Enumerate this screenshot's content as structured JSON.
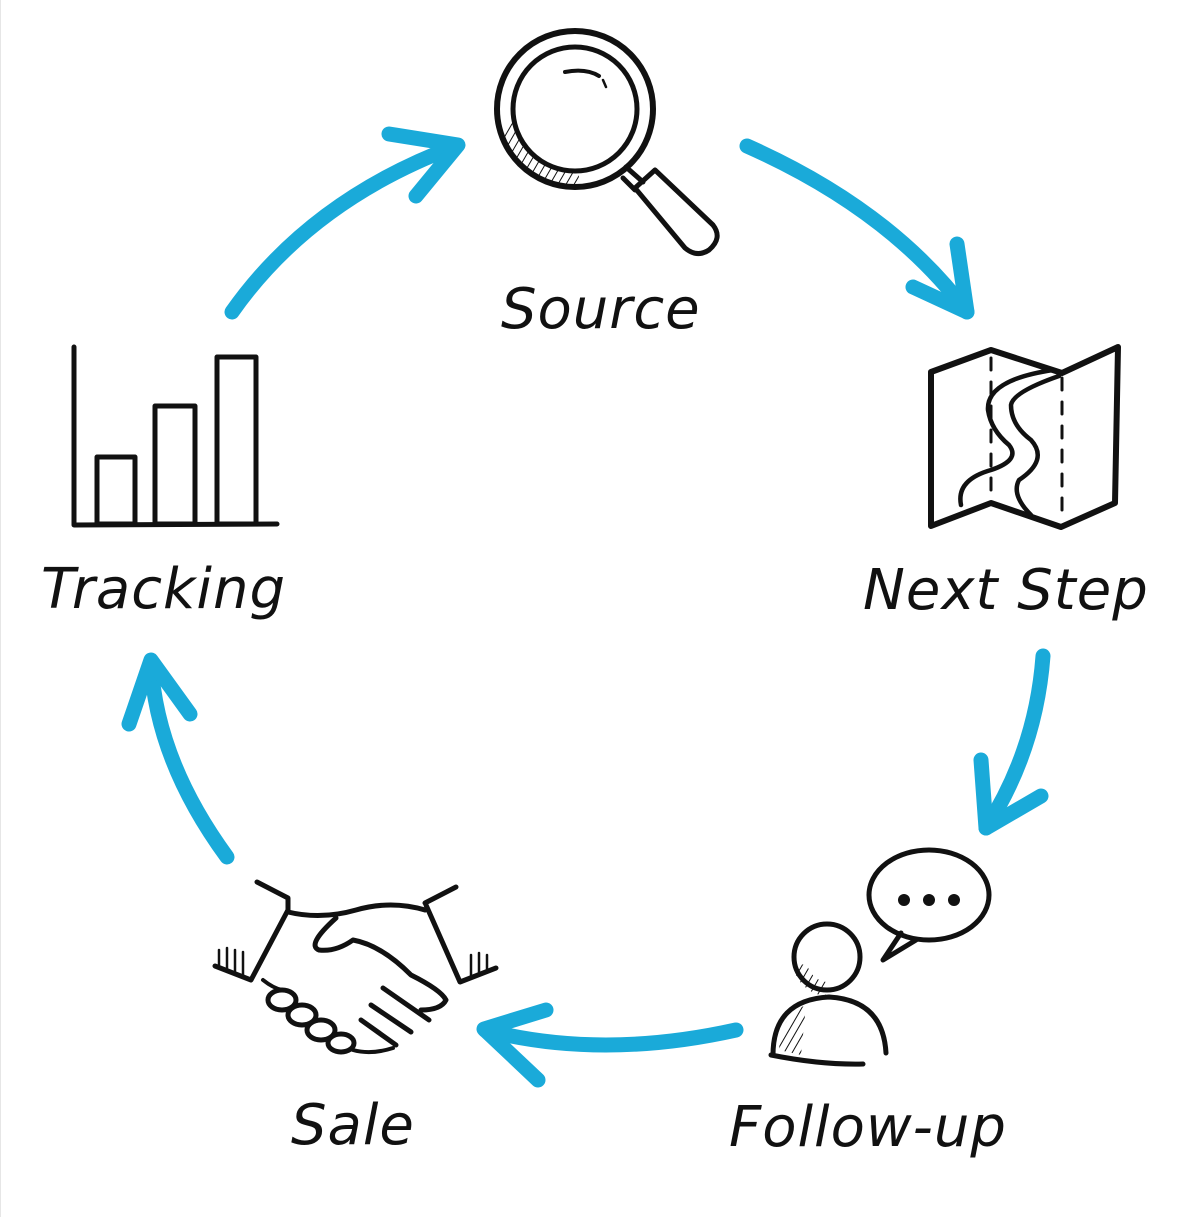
{
  "diagram": {
    "type": "cycle",
    "accent_color": "#1aaad9",
    "ink_color": "#111111",
    "steps": [
      {
        "label": "Source",
        "icon": "magnifying-glass-icon"
      },
      {
        "label": "Next Step",
        "icon": "folded-map-icon"
      },
      {
        "label": "Follow-up",
        "icon": "person-speech-bubble-icon"
      },
      {
        "label": "Sale",
        "icon": "handshake-icon"
      },
      {
        "label": "Tracking",
        "icon": "bar-chart-icon"
      }
    ],
    "flow": [
      {
        "from": "Source",
        "to": "Next Step"
      },
      {
        "from": "Next Step",
        "to": "Follow-up"
      },
      {
        "from": "Follow-up",
        "to": "Sale"
      },
      {
        "from": "Sale",
        "to": "Tracking"
      },
      {
        "from": "Tracking",
        "to": "Source"
      }
    ]
  }
}
